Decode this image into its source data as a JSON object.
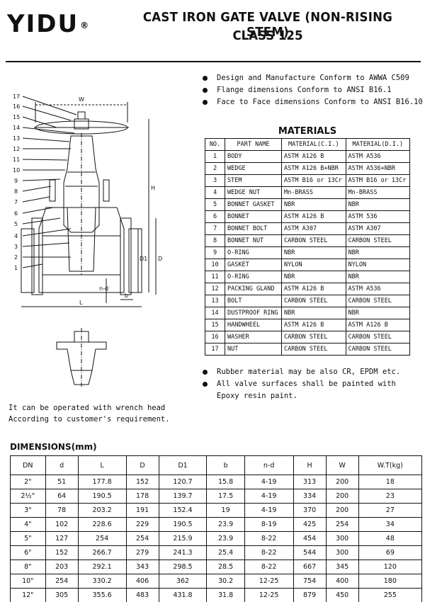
{
  "header": {
    "brand": "YIDU",
    "brand_mark": "®",
    "title_line1": "CAST IRON GATE VALVE (NON-RISING STEM)",
    "title_line2": "CLASS 125"
  },
  "specs": [
    "Design and Manufacture Conform to AWWA C509",
    "Flange dimensions Conform to ANSI B16.1",
    "Face to Face dimensions Conform to ANSI B16.10"
  ],
  "materials": {
    "title": "MATERIALS",
    "columns": [
      "NO.",
      "PART NAME",
      "MATERIAL(C.I.)",
      "MATERIAL(D.I.)"
    ],
    "rows": [
      [
        "1",
        "BODY",
        "ASTM A126 B",
        "ASTM A536"
      ],
      [
        "2",
        "WEDGE",
        "ASTM A126 B+NBR",
        "ASTM A536+NBR"
      ],
      [
        "3",
        "STEM",
        "ASTM B16 or 13Cr",
        "ASTM B16 or 13Cr"
      ],
      [
        "4",
        "WEDGE NUT",
        "Mn-BRASS",
        "Mn-BRASS"
      ],
      [
        "5",
        "BONNET GASKET",
        "NBR",
        "NBR"
      ],
      [
        "6",
        "BONNET",
        "ASTM A126 B",
        "ASTM 536"
      ],
      [
        "7",
        "BONNET BOLT",
        "ASTM A307",
        "ASTM A307"
      ],
      [
        "8",
        "BONNET NUT",
        "CARBON STEEL",
        "CARBON STEEL"
      ],
      [
        "9",
        "O-RING",
        "NBR",
        "NBR"
      ],
      [
        "10",
        "GASKET",
        "NYLON",
        "NYLON"
      ],
      [
        "11",
        "O-RING",
        "NBR",
        "NBR"
      ],
      [
        "12",
        "PACKING GLAND",
        "ASTM A126 B",
        "ASTM A536"
      ],
      [
        "13",
        "BOLT",
        "CARBON STEEL",
        "CARBON STEEL"
      ],
      [
        "14",
        "DUSTPROOF RING",
        "NBR",
        "NBR"
      ],
      [
        "15",
        "HANDWHEEL",
        "ASTM A126 B",
        "ASTM A126 B"
      ],
      [
        "16",
        "WASHER",
        "CARBON STEEL",
        "CARBON STEEL"
      ],
      [
        "17",
        "NUT",
        "CARBON STEEL",
        "CARBON STEEL"
      ]
    ]
  },
  "notes": [
    "Rubber material may be also CR, EPDM etc.",
    "All valve surfaces shall be painted with",
    "Epoxy resin paint."
  ],
  "wrench_note": [
    "It can be operated with wrench head",
    "According to customer's requirement."
  ],
  "drawing": {
    "callouts": [
      "17",
      "16",
      "15",
      "14",
      "13",
      "12",
      "11",
      "10",
      "9",
      "8",
      "7",
      "6",
      "5",
      "4",
      "3",
      "2",
      "1"
    ],
    "dim_labels": {
      "W": "W",
      "H": "H",
      "D1": "D1",
      "D": "D",
      "nd": "n-d",
      "L": "L",
      "b": "b"
    }
  },
  "dimensions": {
    "title": "DIMENSIONS",
    "unit": "(mm)",
    "columns": [
      "DN",
      "d",
      "L",
      "D",
      "D1",
      "b",
      "n-d",
      "H",
      "W",
      "W.T(kg)"
    ],
    "rows": [
      [
        "2\"",
        "51",
        "177.8",
        "152",
        "120.7",
        "15.8",
        "4-19",
        "313",
        "200",
        "18"
      ],
      [
        "2½\"",
        "64",
        "190.5",
        "178",
        "139.7",
        "17.5",
        "4-19",
        "334",
        "200",
        "23"
      ],
      [
        "3\"",
        "78",
        "203.2",
        "191",
        "152.4",
        "19",
        "4-19",
        "370",
        "200",
        "27"
      ],
      [
        "4\"",
        "102",
        "228.6",
        "229",
        "190.5",
        "23.9",
        "8-19",
        "425",
        "254",
        "34"
      ],
      [
        "5\"",
        "127",
        "254",
        "254",
        "215.9",
        "23.9",
        "8-22",
        "454",
        "300",
        "48"
      ],
      [
        "6\"",
        "152",
        "266.7",
        "279",
        "241.3",
        "25.4",
        "8-22",
        "544",
        "300",
        "69"
      ],
      [
        "8\"",
        "203",
        "292.1",
        "343",
        "298.5",
        "28.5",
        "8-22",
        "667",
        "345",
        "120"
      ],
      [
        "10\"",
        "254",
        "330.2",
        "406",
        "362",
        "30.2",
        "12-25",
        "754",
        "400",
        "180"
      ],
      [
        "12\"",
        "305",
        "355.6",
        "483",
        "431.8",
        "31.8",
        "12-25",
        "879",
        "450",
        "255"
      ]
    ]
  }
}
